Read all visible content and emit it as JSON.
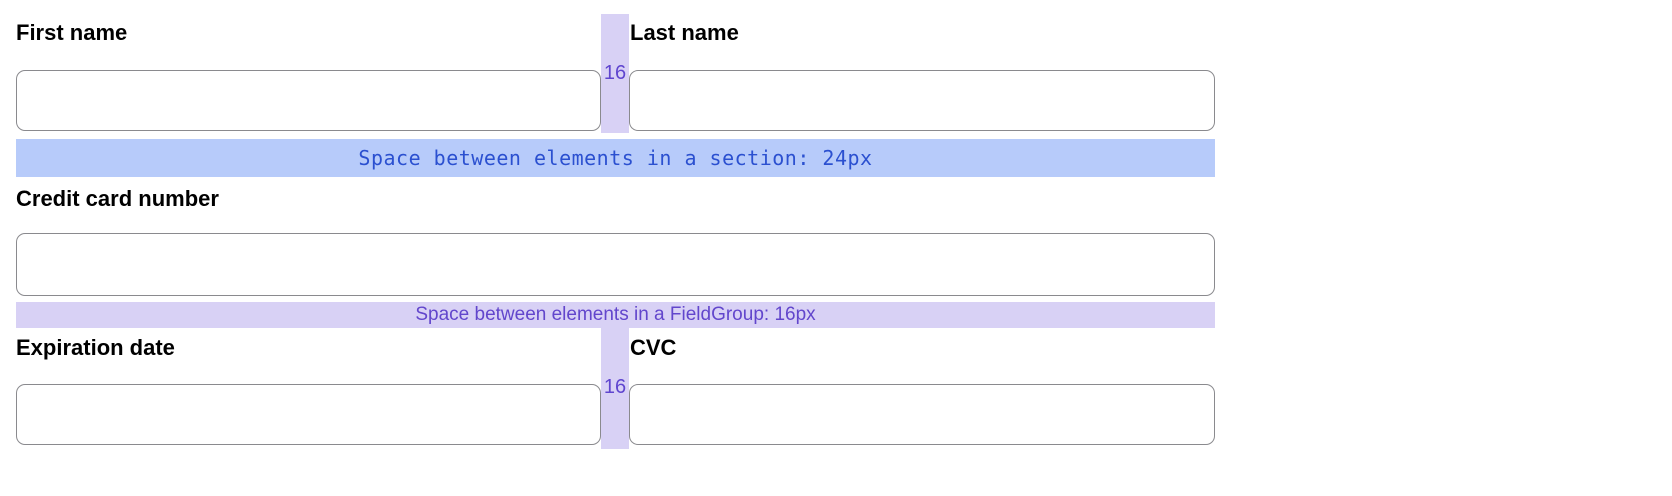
{
  "labels": {
    "first_name": "First name",
    "last_name": "Last name",
    "credit_card": "Credit card number",
    "expiration": "Expiration date",
    "cvc": "CVC"
  },
  "inputs": {
    "first_name_value": "",
    "last_name_value": "",
    "credit_card_value": "",
    "expiration_value": "",
    "cvc_value": ""
  },
  "annotations": {
    "gap_top": "16",
    "gap_bottom": "16",
    "section_spacing": "Space between elements in a section: 24px",
    "fieldgroup_spacing": "Space between elements in a FieldGroup: 16px"
  },
  "colors": {
    "section_band_bg": "#b7cbfa",
    "section_band_text": "#2b50d0",
    "group_band_bg": "#d8d1f5",
    "group_band_text": "#6246cc",
    "gap_strip_bg": "#d8d1f5",
    "gap_label_text": "#5f45cf",
    "input_border": "#8a8a8e"
  }
}
